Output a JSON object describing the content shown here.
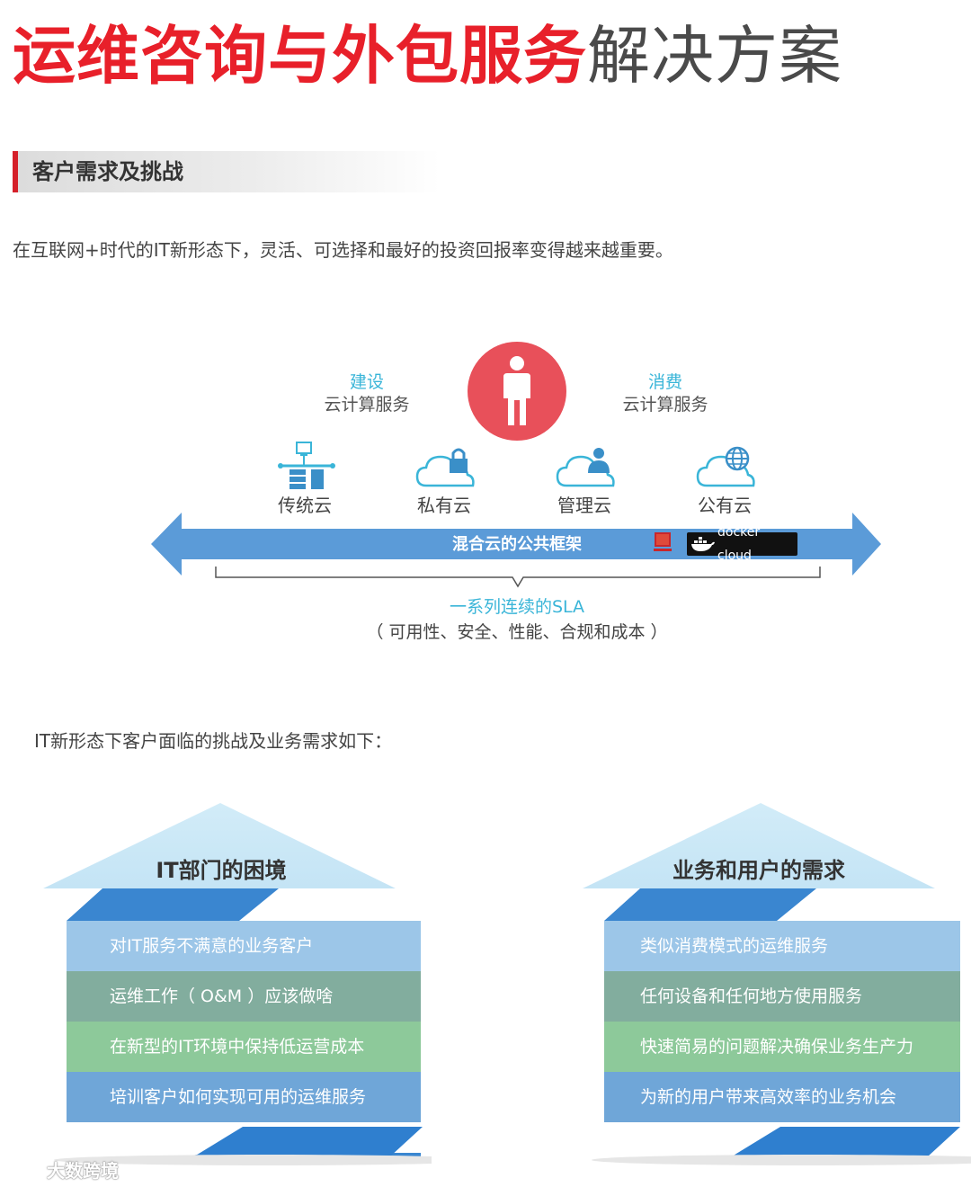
{
  "title": {
    "red": "运维咨询与外包服务",
    "gray": "解决方案"
  },
  "section_heading": "客户需求及挑战",
  "intro": "在互联网+时代的IT新形态下，灵活、可选择和最好的投资回报率变得越来越重要。",
  "diagram": {
    "left_top": "建设",
    "left_bottom": "云计算服务",
    "right_top": "消费",
    "right_bottom": "云计算服务",
    "clouds": [
      "传统云",
      "私有云",
      "管理云",
      "公有云"
    ],
    "arrow_label": "混合云的公共框架",
    "docker_label": "docker cloud",
    "sla_title": "一系列连续的SLA",
    "sla_detail": "（ 可用性、安全、性能、合规和成本 ）"
  },
  "intro2": "IT新形态下客户面临的挑战及业务需求如下：",
  "left_house": {
    "title": "IT部门的困境",
    "rows": [
      "对IT服务不满意的业务客户",
      "运维工作（ O&M ）应该做啥",
      "在新型的IT环境中保持低运营成本",
      "培训客户如何实现可用的运维服务"
    ]
  },
  "right_house": {
    "title": "业务和用户的需求",
    "rows": [
      "类似消费模式的运维服务",
      "任何设备和任何地方使用服务",
      "快速简易的问题解决确保业务生产力",
      "为新的用户带来高效率的业务机会"
    ]
  },
  "watermark": "大数跨境",
  "colors": {
    "red": "#e8202a",
    "cyan": "#3ab5d8",
    "arrow": "#5b9bd8"
  }
}
